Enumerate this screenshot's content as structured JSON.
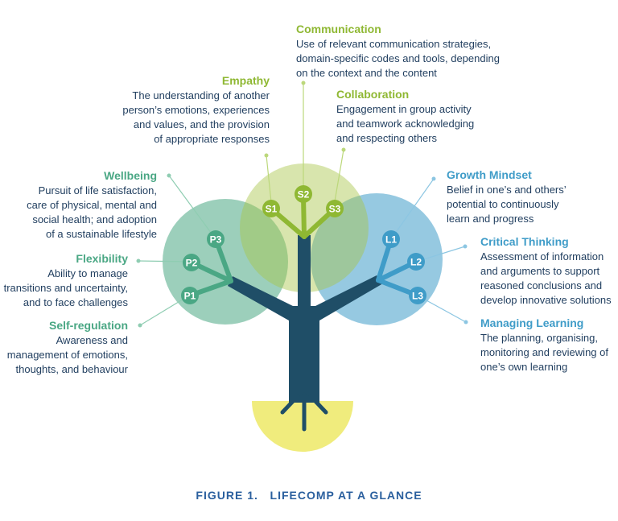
{
  "figure_caption": "FIGURE 1.   LIFECOMP AT A GLANCE",
  "colors": {
    "social": "#8fb833",
    "personal": "#4aa784",
    "learning": "#3f9cc8",
    "trunk": "#1f4e67",
    "roots": "#f0ec7d",
    "text": "#1f3d5e"
  },
  "nodes": {
    "p1": "P1",
    "p2": "P2",
    "p3": "P3",
    "s1": "S1",
    "s2": "S2",
    "s3": "S3",
    "l1": "L1",
    "l2": "L2",
    "l3": "L3"
  },
  "competences": {
    "communication": {
      "title": "Communication",
      "description": "Use of relevant communication strategies,\ndomain-specific codes and tools, depending\non the context and the content"
    },
    "empathy": {
      "title": "Empathy",
      "description": "The understanding of another\nperson’s emotions, experiences\nand values, and the provision\nof appropriate responses"
    },
    "collaboration": {
      "title": "Collaboration",
      "description": "Engagement in group activity\nand teamwork acknowledging\nand respecting others"
    },
    "wellbeing": {
      "title": "Wellbeing",
      "description": "Pursuit of life satisfaction,\ncare of physical, mental and\nsocial health; and adoption\nof a sustainable lifestyle"
    },
    "flexibility": {
      "title": "Flexibility",
      "description": "Ability to manage\ntransitions and uncertainty,\nand to face challenges"
    },
    "self_regulation": {
      "title": "Self-regulation",
      "description": "Awareness and\nmanagement of emotions,\nthoughts, and behaviour"
    },
    "growth_mindset": {
      "title": "Growth Mindset",
      "description": "Belief in one’s and others’\npotential to continuously\nlearn and progress"
    },
    "critical_thinking": {
      "title": "Critical Thinking",
      "description": "Assessment of information\nand arguments to support\nreasoned conclusions and\ndevelop innovative solutions"
    },
    "managing_learning": {
      "title": "Managing Learning",
      "description": "The planning, organising,\nmonitoring and reviewing of\none’s own learning"
    }
  }
}
